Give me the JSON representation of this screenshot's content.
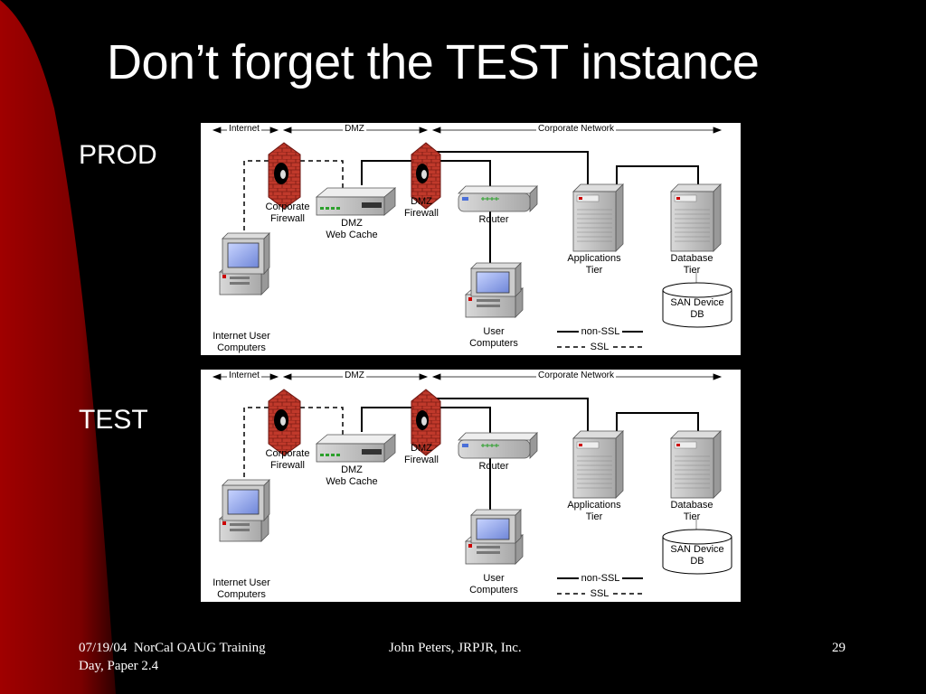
{
  "slide": {
    "title": "Don’t forget the TEST instance",
    "sections": [
      {
        "label": "PROD"
      },
      {
        "label": "TEST"
      }
    ],
    "diagram": {
      "zones": {
        "internet": "Internet",
        "dmz": "DMZ",
        "corporate": "Corporate Network"
      },
      "nodes": {
        "corporate_firewall": "Corporate\nFirewall",
        "dmz_web_cache": "DMZ\nWeb Cache",
        "dmz_firewall": "DMZ\nFirewall",
        "router": "Router",
        "applications_tier": "Applications\nTier",
        "database_tier": "Database\nTier",
        "san_device": "SAN Device\nDB",
        "user_computers": "User\nComputers",
        "internet_user_computers": "Internet User\nComputers"
      },
      "legend": {
        "solid": "non-SSL",
        "dashed": "SSL"
      }
    },
    "footer": {
      "left": "07/19/04  NorCal OAUG Training\nDay, Paper 2.4",
      "center": "John Peters, JRPJR, Inc.",
      "page": "29"
    }
  },
  "colors": {
    "background": "#000000",
    "accent": "#8b0000",
    "firewall_brick": "#c0392b"
  }
}
